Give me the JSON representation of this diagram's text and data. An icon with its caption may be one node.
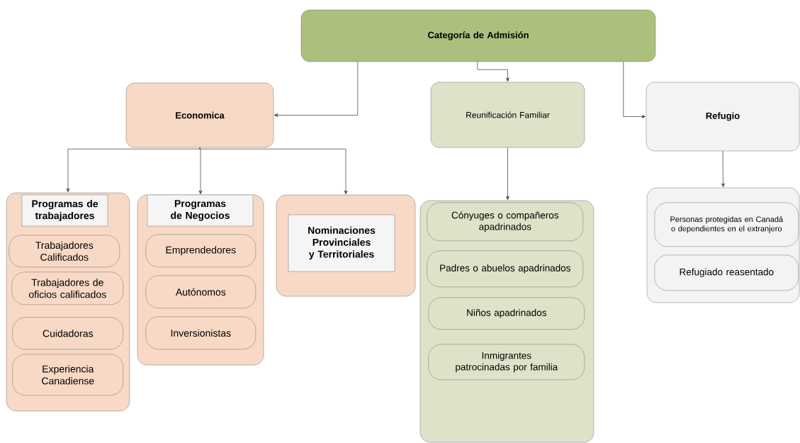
{
  "diagram": {
    "nodes": [
      {
        "text": [
          "Categoría de Admisión"
        ]
      },
      {
        "text": [
          "Economica"
        ]
      },
      {
        "text": [
          "Reunificación Familiar"
        ]
      },
      {
        "text": [
          "Refugio"
        ]
      },
      {
        "text": [
          "Programas de trabajadores"
        ]
      },
      {
        "text": [
          "Trabajadores Calificados"
        ],
        "in": 4
      },
      {
        "text": [
          "Trabajadores de oficios calificados"
        ],
        "in": 4
      },
      {
        "text": [
          "Cuidadoras"
        ],
        "in": 4
      },
      {
        "text": [
          "Experiencia Canadiense"
        ],
        "in": 4
      },
      {
        "text": [
          "Programas de Negocios"
        ]
      },
      {
        "text": [
          "Emprendedores"
        ],
        "in": 9
      },
      {
        "text": [
          "Autónomos"
        ],
        "in": 9
      },
      {
        "text": [
          "Inversionistas"
        ],
        "in": 9
      },
      {
        "text": [
          "Nominaciones Provinciales y Territoriales"
        ]
      },
      {
        "text": [],
        "shape": "box"
      },
      {
        "text": [
          "Cónyuges o compañeros apadrinados"
        ],
        "in": 14
      },
      {
        "text": [
          "Padres o abuelos apadrinados"
        ],
        "in": 14
      },
      {
        "text": [
          "Niños apadrinados"
        ],
        "in": 14
      },
      {
        "text": [
          "Inmigrantes patrocinadas por familia"
        ],
        "in": 14
      },
      {
        "text": [],
        "shape": "box"
      },
      {
        "text": [
          "Personas protegidas en Canadá o dependientes en el extranjero"
        ],
        "in": 19
      },
      {
        "text": [
          "Refugiado reasentado"
        ],
        "in": 19
      }
    ],
    "edges": [
      {
        "from": 0,
        "to": 1,
        "arrow": "to"
      },
      {
        "from": 0,
        "to": 2,
        "arrow": "to"
      },
      {
        "from": 0,
        "to": 3,
        "arrow": "to"
      },
      {
        "from": 1,
        "to": 4,
        "arrow": "to"
      },
      {
        "from": 1,
        "to": 9,
        "arrow": "to"
      },
      {
        "from": 1,
        "to": 13,
        "arrow": "to"
      },
      {
        "from": 2,
        "to": 14,
        "arrow": "to"
      },
      {
        "from": 3,
        "to": 19,
        "arrow": "to"
      }
    ]
  }
}
